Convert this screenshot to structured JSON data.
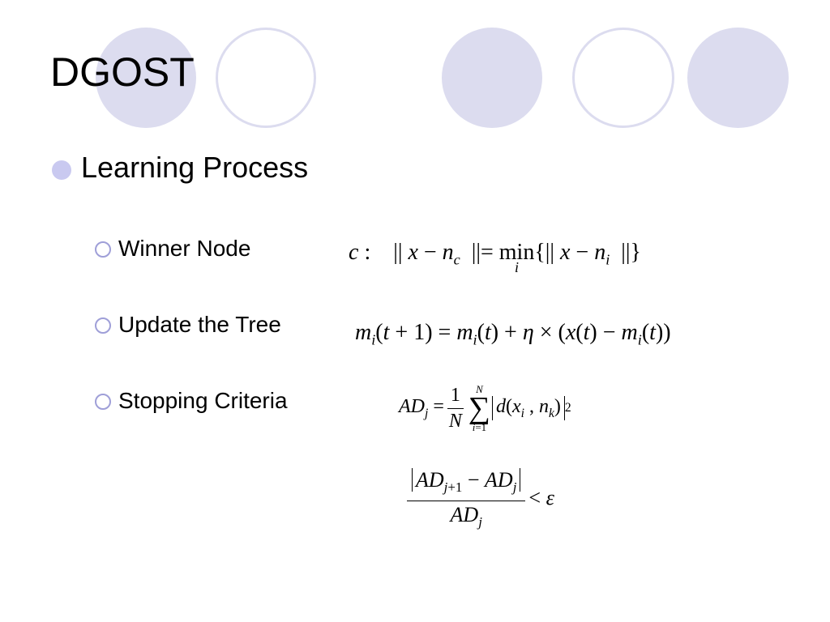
{
  "slide": {
    "title": "DGOST",
    "bullet": "Learning Process",
    "items": [
      {
        "label": "Winner Node"
      },
      {
        "label": "Update the Tree"
      },
      {
        "label": "Stopping Criteria"
      }
    ]
  },
  "colors": {
    "accent_fill": "#dcdcef",
    "bullet_fill": "#c9c9f0",
    "sub_bullet_ring": "#9f9fd8"
  }
}
